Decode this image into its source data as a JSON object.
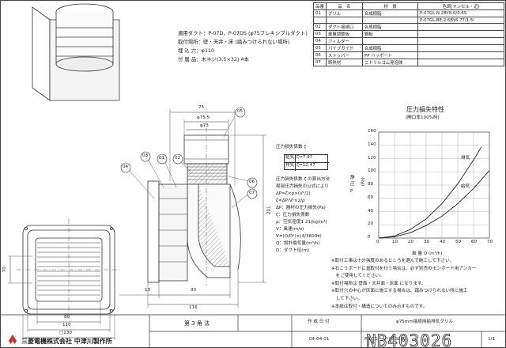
{
  "parts_table": {
    "headers": [
      "品番",
      "品　名",
      "材　質",
      "色調(マンセル・近)"
    ],
    "rows": [
      [
        "01",
        "グリル",
        "合成樹脂",
        "P-07GL:N.2BY8.6/0.6S"
      ],
      [
        "",
        "",
        "",
        "P-07GL-BE:2.6BY6.7T/1.5I"
      ],
      [
        "02",
        "ダクト接続口",
        "合成樹脂",
        ""
      ],
      [
        "03",
        "風量調整板",
        "鋼板",
        ""
      ],
      [
        "04",
        "フィルター",
        "",
        ""
      ],
      [
        "05",
        "パイプガイド",
        "合成樹脂",
        ""
      ],
      [
        "06",
        "ストッパー",
        "PP ハッポート",
        ""
      ],
      [
        "07",
        "断熱材",
        "ニトリルゴム発泡体",
        ""
      ]
    ]
  },
  "spec_notes": {
    "applicable_duct": "適用ダクト：P-07D、P-07DS (φ75フレキシブルダクト)",
    "mounting": "取付場所：壁・天井・床 (踏みつけられない場所)",
    "hole": "埋 込 穴：φ110",
    "accessory": "付 属 品：木ネジ(3.5×32) 4本"
  },
  "dimensions": {
    "d75": "75",
    "d755": "φ75.5",
    "d73": "φ73",
    "d201": "201",
    "d70": "70",
    "d13": "13",
    "d93": "93",
    "d116": "116",
    "d80": "80",
    "d110": "110",
    "d130": "□130"
  },
  "callouts": [
    "01",
    "02",
    "03",
    "04",
    "05",
    "06",
    "07"
  ],
  "pressure_loss_box": {
    "title": "圧力損失係数 ζ",
    "row1_label": "給気",
    "row1_value": "ζ=7.97",
    "row2_label": "排気",
    "row2_value": "ζ=12.47"
  },
  "formula_notes": [
    "圧力損失係数 ζ の算出方法",
    "局部圧力損失の公式により",
    "ΔP=ζ×ρ×(V²/2)",
    "ζ=ΔP/V²×2/ρ",
    "ΔP：器材の圧力損失(Pa)",
    "ζ：圧力損失係数",
    "ρ：空気密度1.21(kg/m³)",
    "V：風速(m/s)",
    "V=(Q/D²)×(4/3600π)",
    "Q：設計換気量(m³/h)",
    "D：ダクト径(m)"
  ],
  "chart_data": {
    "type": "line",
    "title": "圧力損失特性",
    "subtitle": "(開口率100%時)",
    "ylabel": "静圧P",
    "ylabel_unit": "(Pa)",
    "xlabel": "風 量 Q (m³/h)",
    "xlim": [
      0,
      70
    ],
    "ylim": [
      0,
      160
    ],
    "x_ticks": [
      "0",
      "10",
      "20",
      "30",
      "40",
      "50",
      "60",
      "70"
    ],
    "y_ticks": [
      "0",
      "20",
      "40",
      "60",
      "80",
      "100",
      "120",
      "140",
      "160"
    ],
    "series": [
      {
        "name": "排気",
        "x": [
          0,
          10,
          20,
          30,
          40,
          50,
          60,
          65
        ],
        "y": [
          0,
          3,
          13,
          29,
          52,
          82,
          118,
          138
        ]
      },
      {
        "name": "給気",
        "x": [
          0,
          10,
          20,
          30,
          40,
          50,
          60,
          70
        ],
        "y": [
          0,
          2,
          8,
          19,
          33,
          52,
          75,
          102
        ]
      }
    ],
    "grid": true
  },
  "remarks": [
    "※取付工事は十分強度のあるところを選んで施工して下さい。",
    "※石こうボードに直取付を行う場合は、必ず別売のモンボード用アンカー",
    "　をご使用してください。",
    "※取付場所は 壁面・天井面・床面 になります。",
    "※取付穴の中心が床面に施工する場合は、踏みつけられない所に施工",
    "　して下さい。",
    "※本紙は取付・構造についてのみ示すものです。"
  ],
  "title_block": {
    "projection": "第 3 角 法",
    "scale_label": "作 成 日 付",
    "date": "04-04-01",
    "product_name": "φ75mm接続用給排気グリル",
    "model": "P-07GL、P-07GL-BE",
    "company": "三菱電機株式会社 中津川製作所",
    "drawing_no": "NB403026",
    "sheet": "1/1"
  }
}
